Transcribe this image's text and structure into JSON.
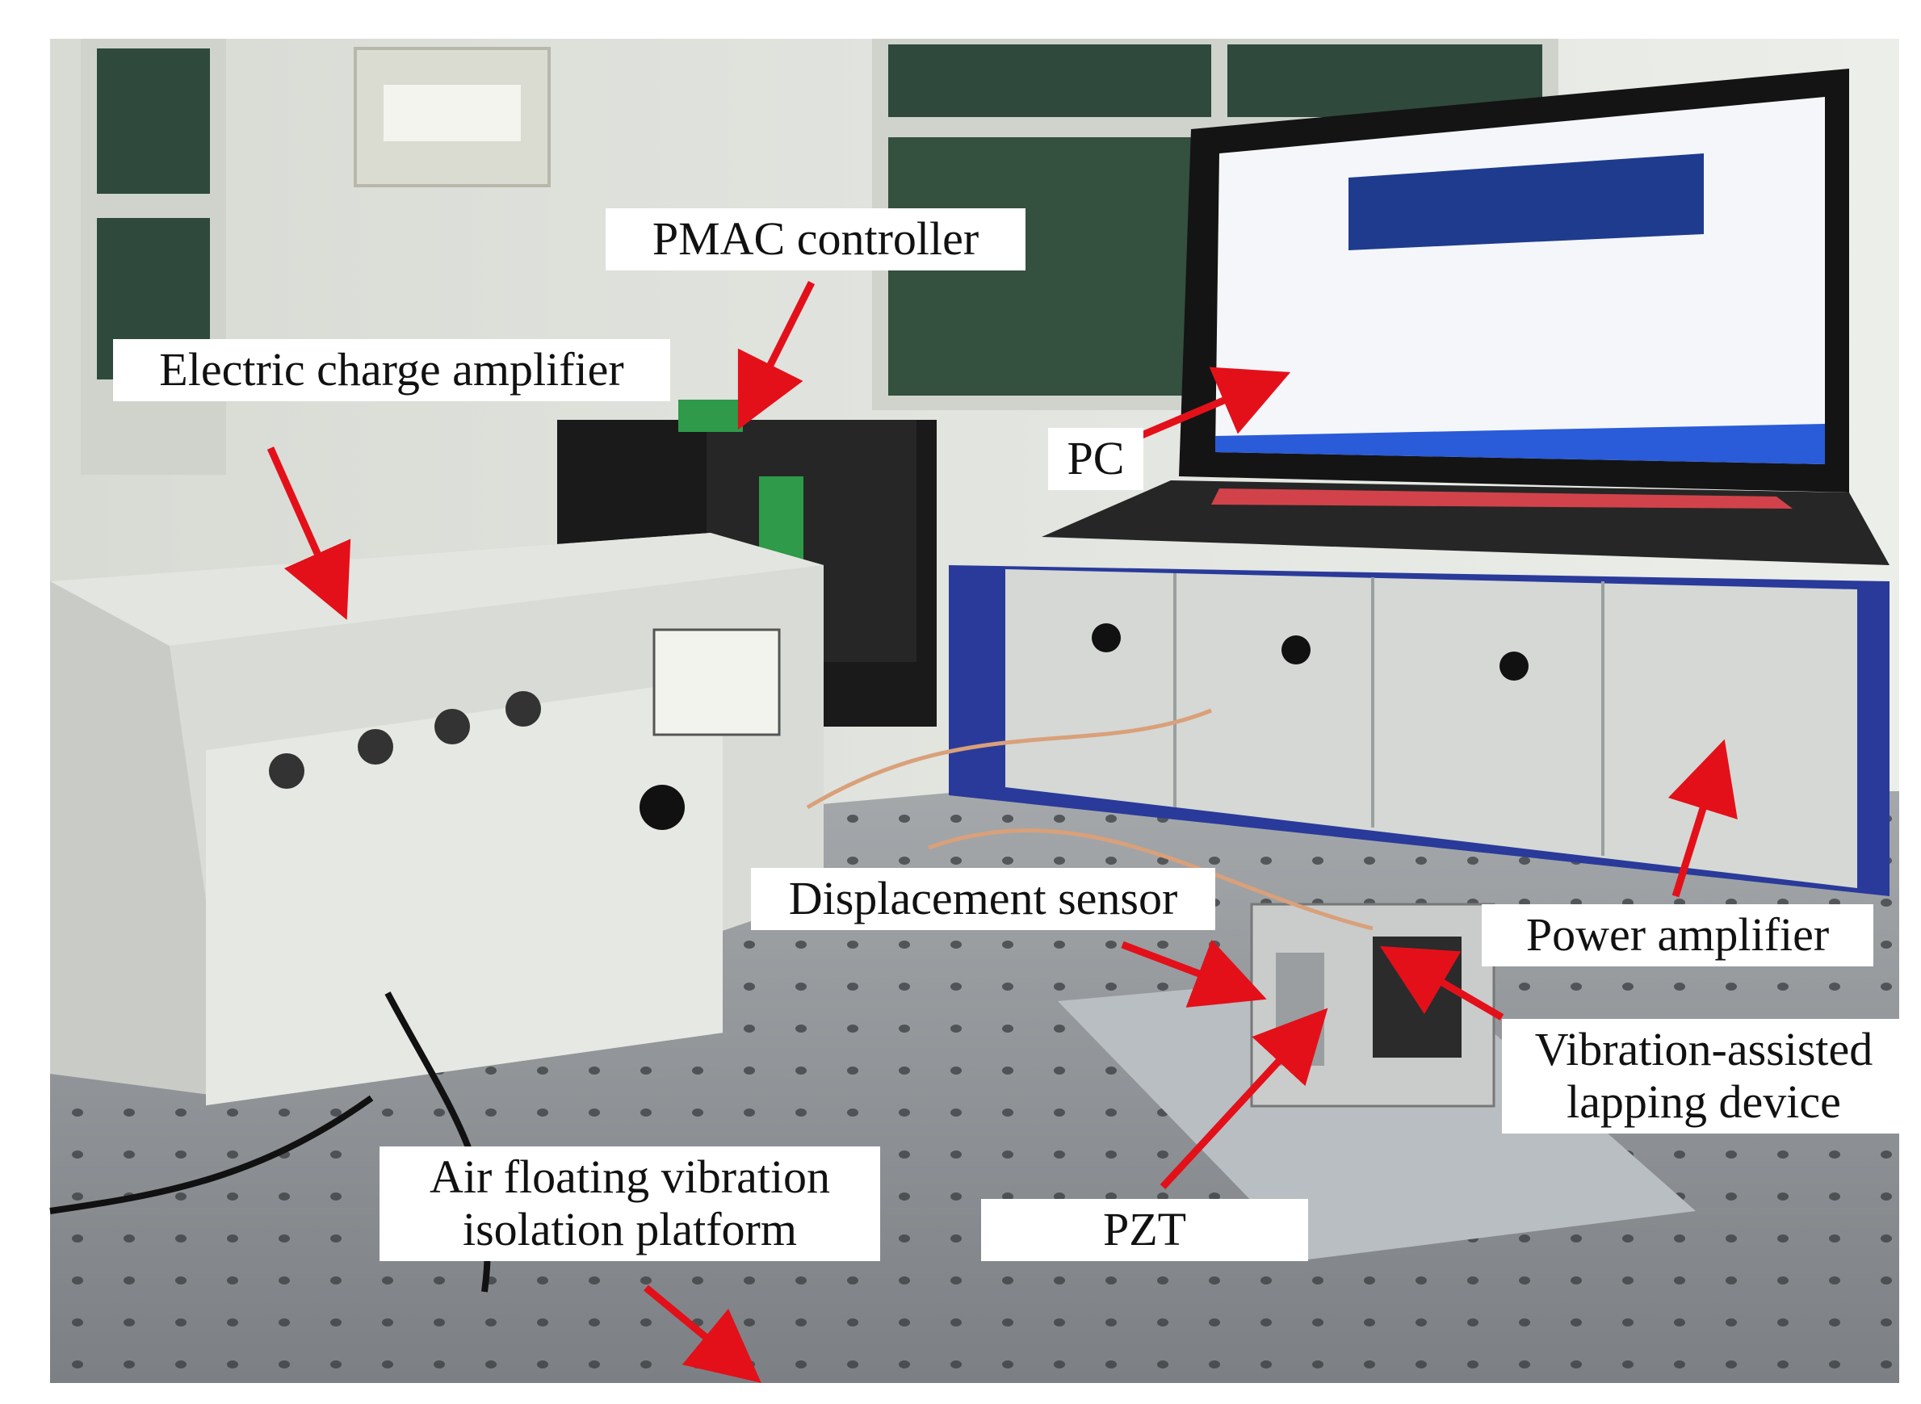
{
  "figure": {
    "labels": {
      "pmac": "PMAC controller",
      "charge_amp": "Electric charge amplifier",
      "pc": "PC",
      "displacement": "Displacement sensor",
      "power_amp": "Power amplifier",
      "vibration_line1": "Vibration-assisted",
      "vibration_line2": "lapping device",
      "pzt": "PZT",
      "air_line1": "Air floating vibration",
      "air_line2": "isolation platform"
    },
    "colors": {
      "arrow": "#e3101a",
      "instrument_gray": "#d9dbd6",
      "rack_blue": "#2a3a9a",
      "table_gray": "#8e9296",
      "window_green": "#2f4a3c"
    }
  }
}
